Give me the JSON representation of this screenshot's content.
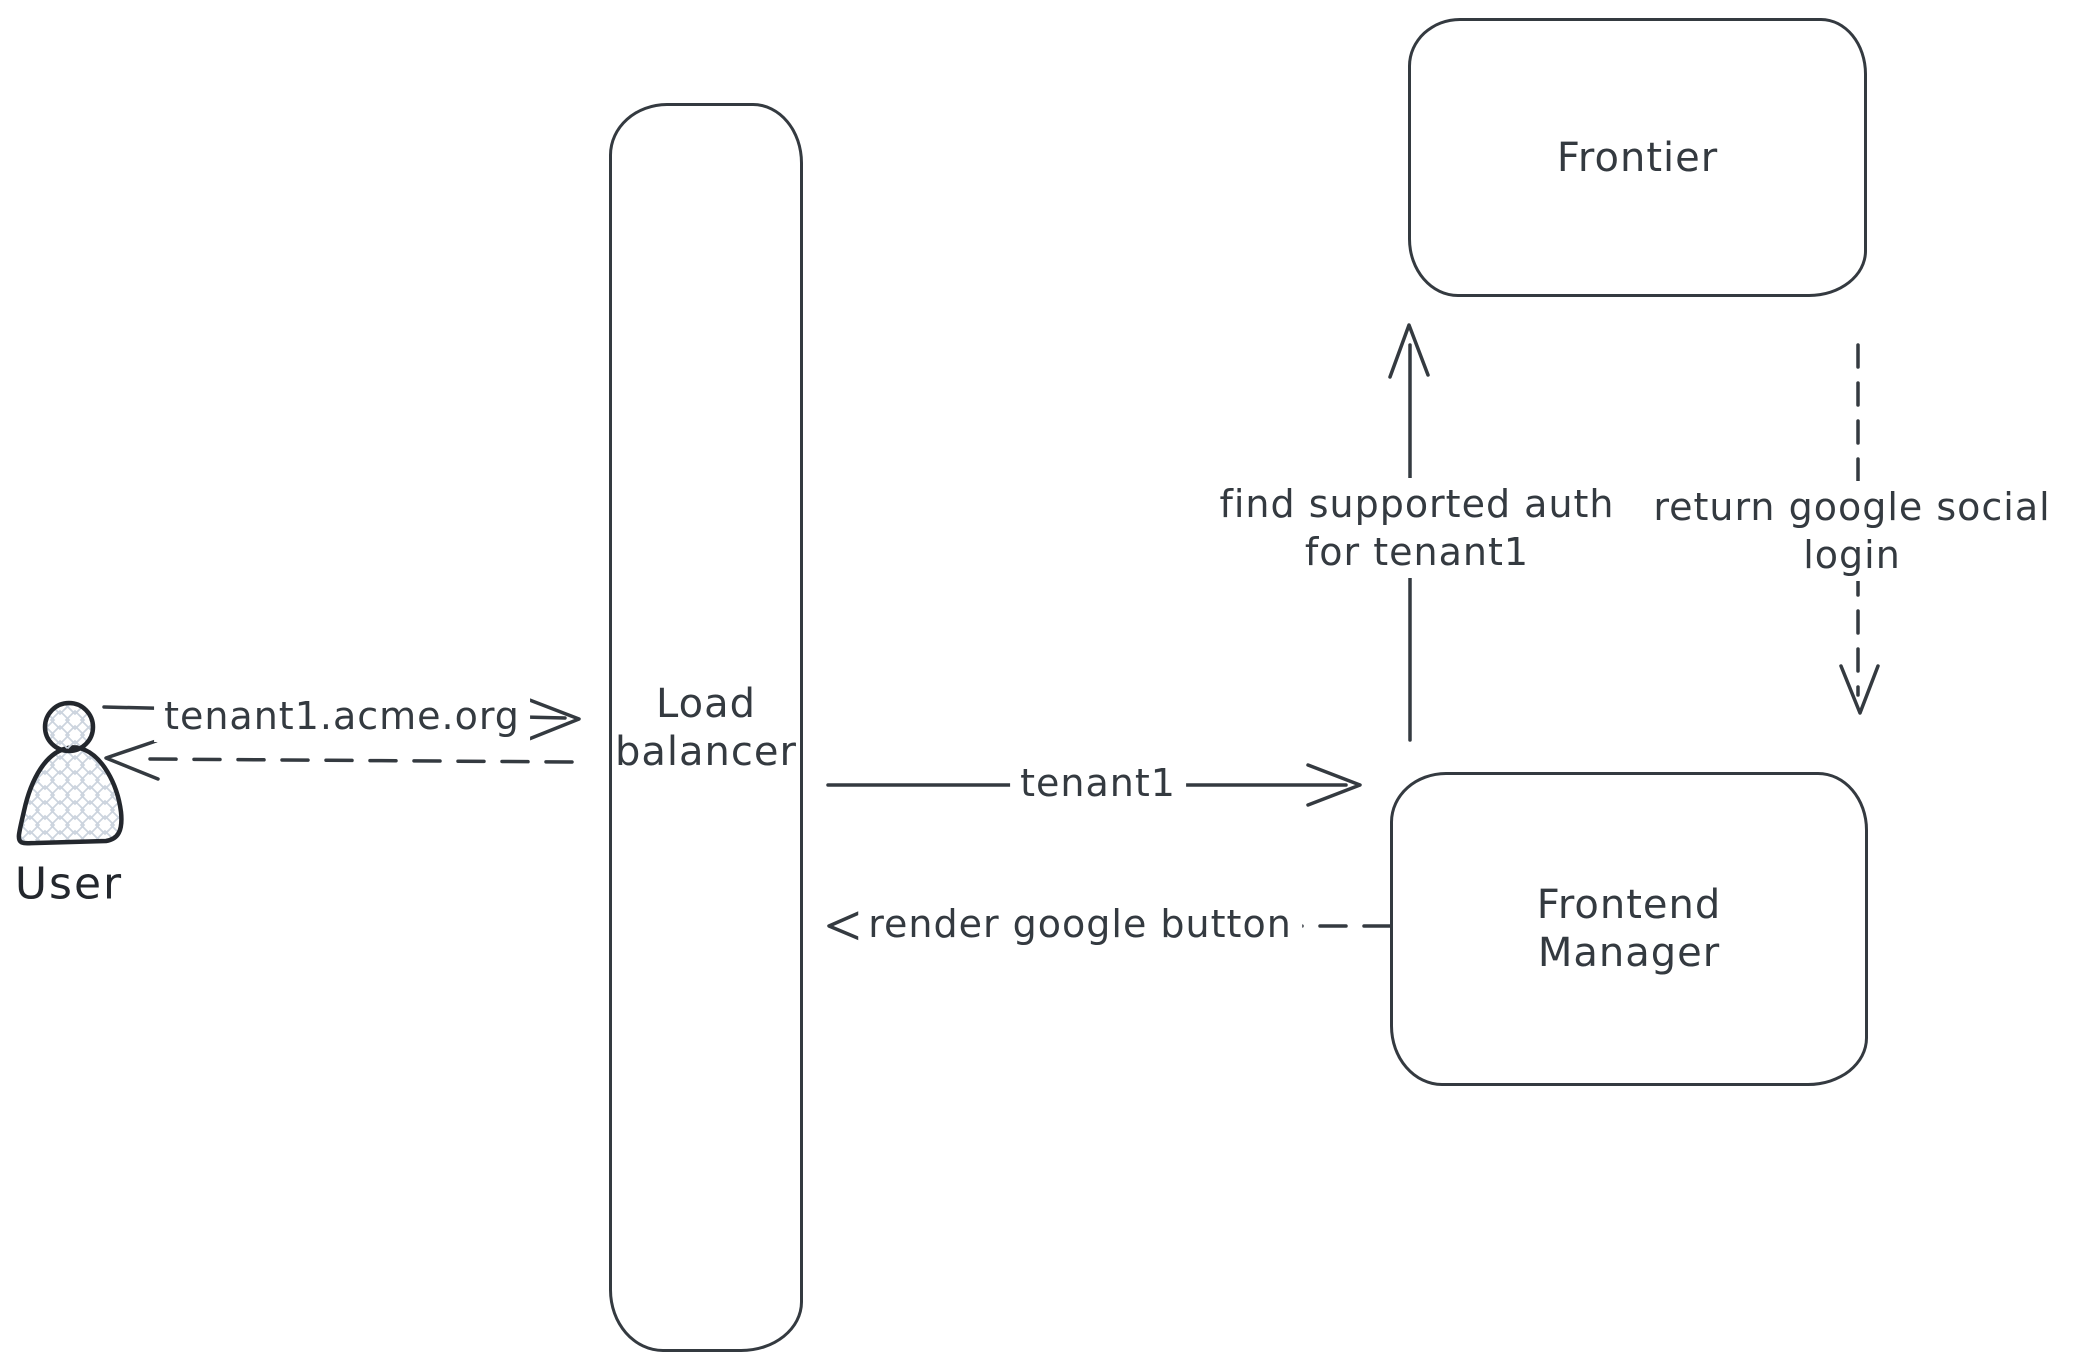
{
  "canvas": {
    "background": "#ffffff",
    "stroke_color": "#343a40",
    "user_stroke_color": "#23272d",
    "hatch_color": "#ccd4de"
  },
  "nodes": {
    "user": {
      "label": "User",
      "icon": "user-icon"
    },
    "load_balancer": {
      "line1": "Load",
      "line2": "balancer"
    },
    "frontier": {
      "label": "Frontier"
    },
    "frontend_manager": {
      "line1": "Frontend",
      "line2": "Manager"
    }
  },
  "edges": {
    "user_to_load_balancer": {
      "label": "tenant1.acme.org",
      "style": "solid",
      "direction": "right"
    },
    "load_balancer_to_user": {
      "label": "",
      "style": "dashed",
      "direction": "left"
    },
    "load_balancer_to_frontend_manager": {
      "label": "tenant1",
      "style": "solid",
      "direction": "right"
    },
    "frontend_manager_to_load_balancer": {
      "label": "render google button",
      "style": "dashed",
      "direction": "left"
    },
    "frontend_manager_to_frontier": {
      "line1": "find supported auth",
      "line2": "for tenant1",
      "style": "solid",
      "direction": "up"
    },
    "frontier_to_frontend_manager": {
      "line1": "return google social",
      "line2": "login",
      "style": "dashed",
      "direction": "down"
    }
  }
}
